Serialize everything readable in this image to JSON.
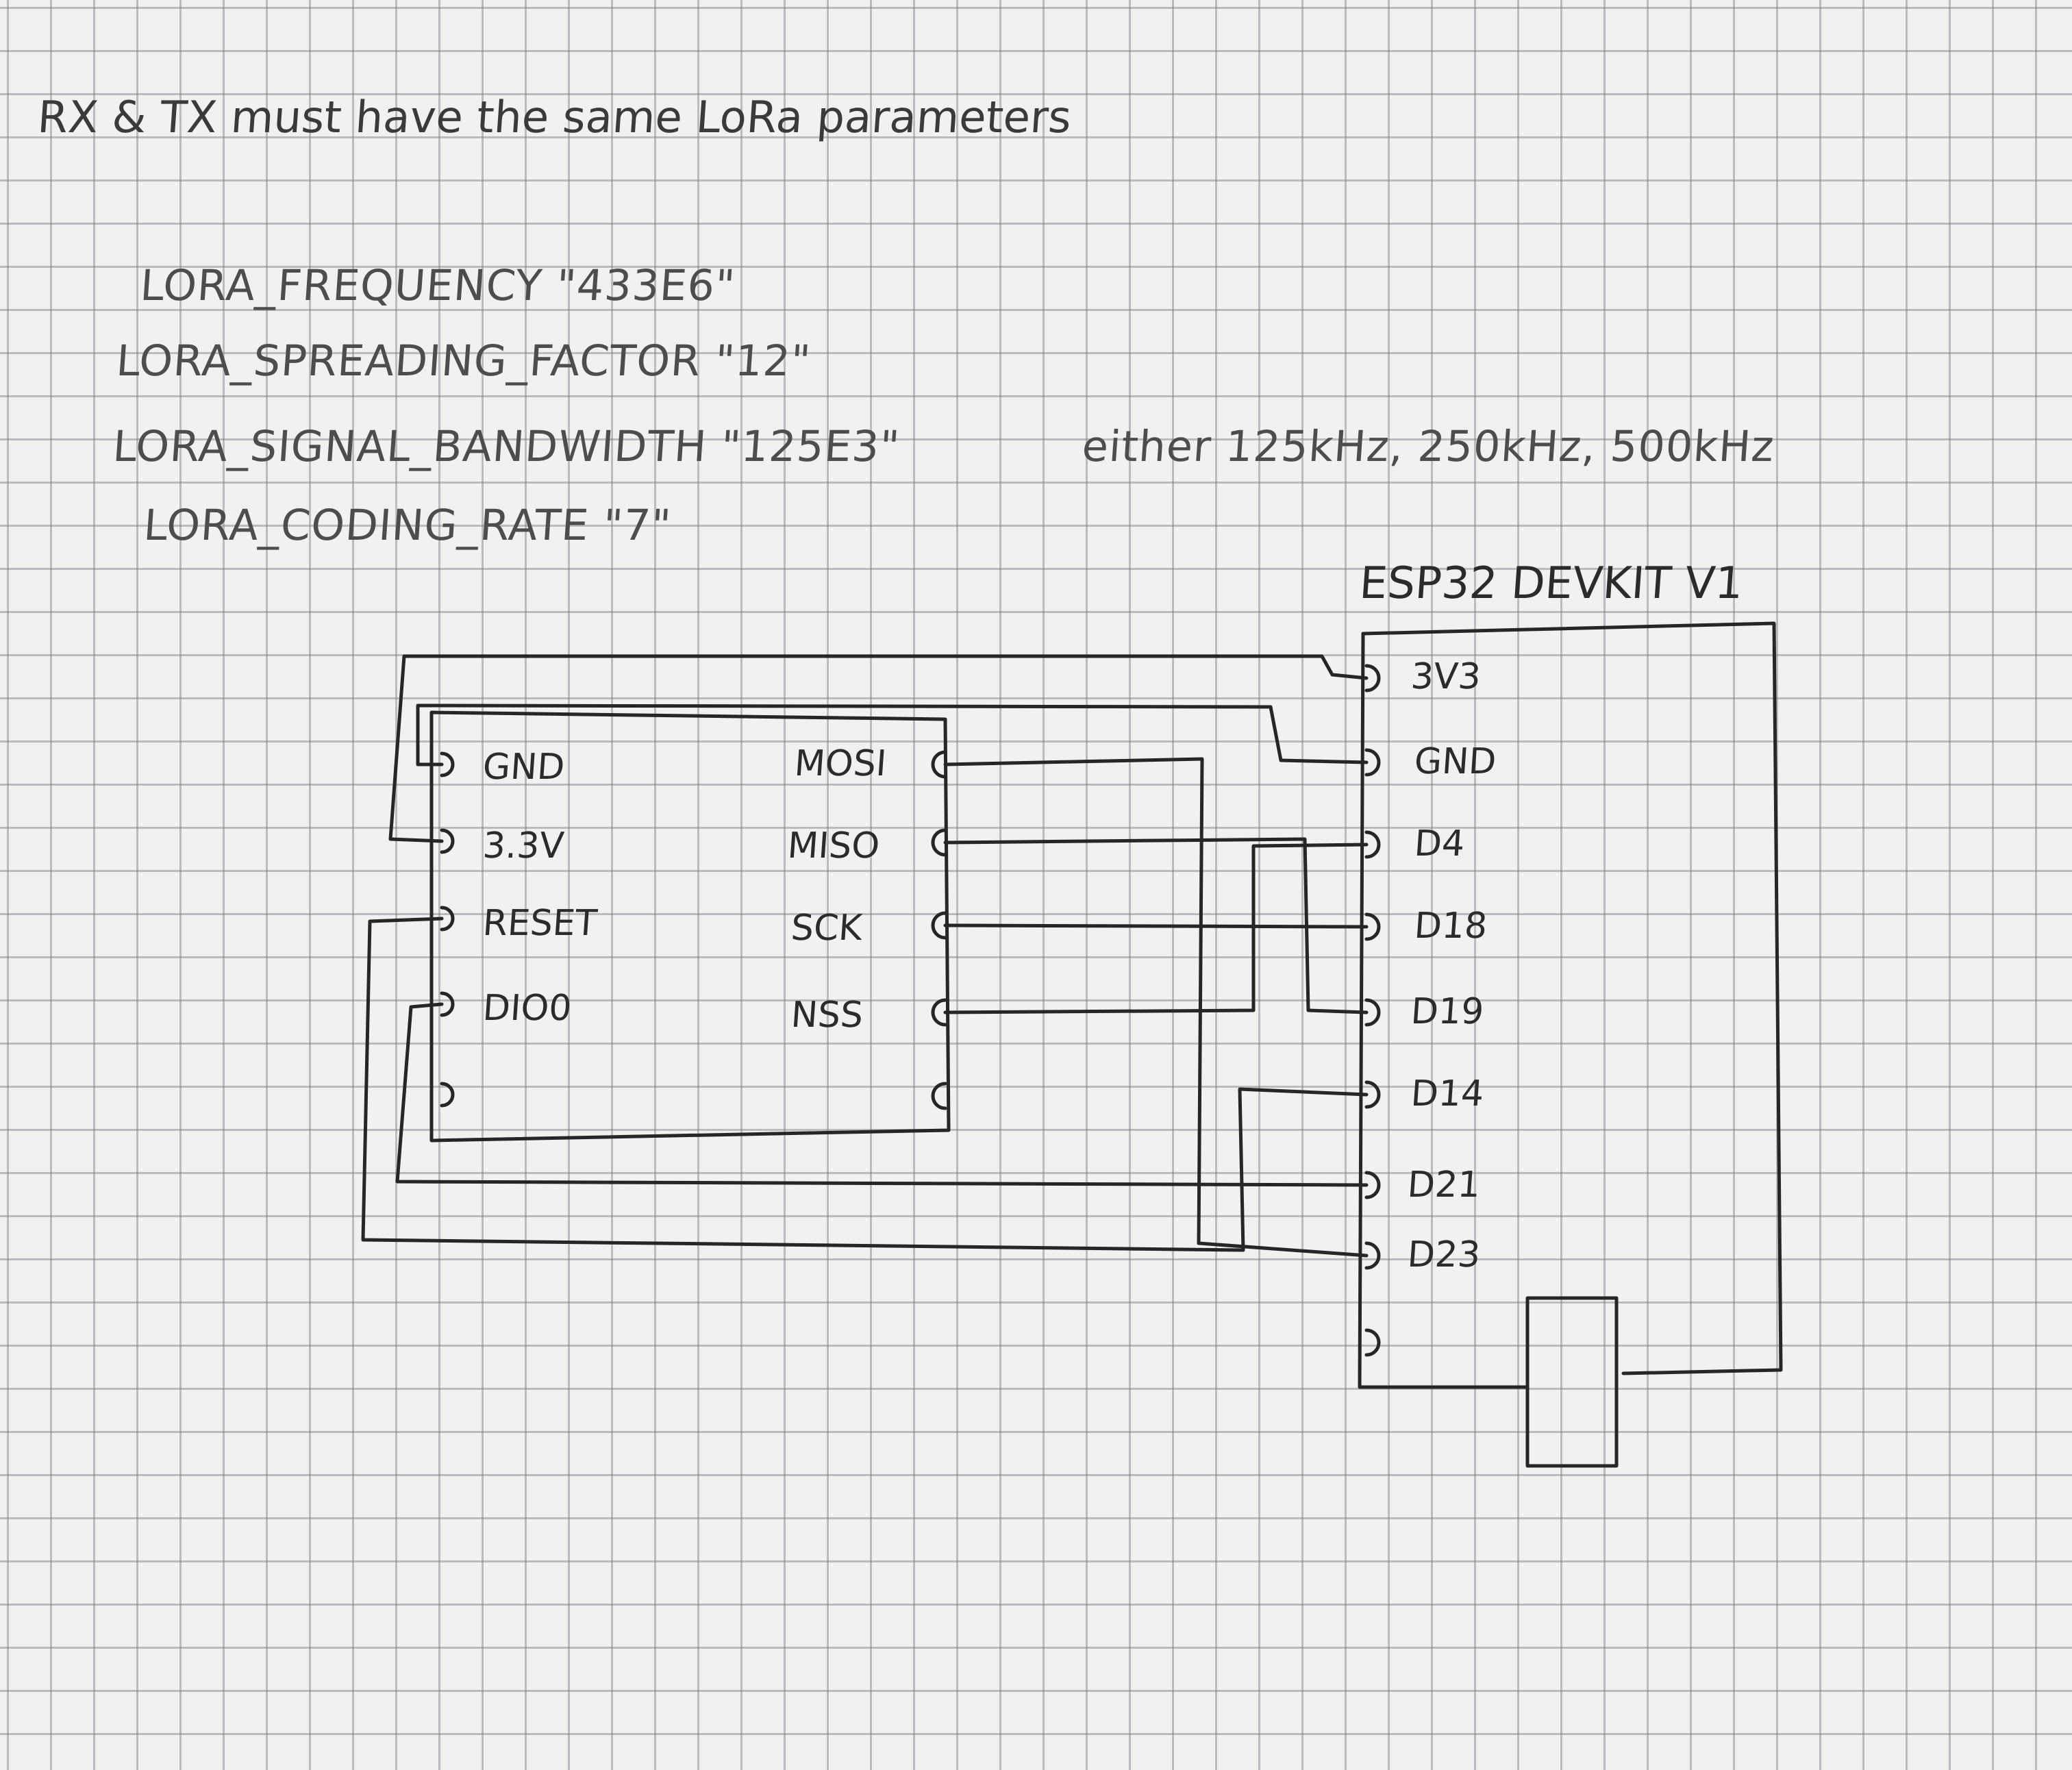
{
  "notes": {
    "header": "RX & TX must have the same LoRa parameters",
    "params": [
      "LORA_FREQUENCY \"433E6\"",
      "LORA_SPREADING_FACTOR \"12\"",
      "LORA_SIGNAL_BANDWIDTH \"125E3\"",
      "LORA_CODING_RATE \"7\""
    ],
    "bandwidth_options": "either 125kHz, 250kHz, 500kHz"
  },
  "lora_module": {
    "left_pins": [
      "GND",
      "3.3V",
      "RESET",
      "DIO0",
      ""
    ],
    "right_pins": [
      "MOSI",
      "MISO",
      "SCK",
      "NSS",
      ""
    ]
  },
  "esp32": {
    "title": "ESP32 DEVKIT V1",
    "pins": [
      "3V3",
      "GND",
      "D4",
      "D18",
      "D19",
      "D14",
      "D21",
      "D23",
      ""
    ]
  }
}
